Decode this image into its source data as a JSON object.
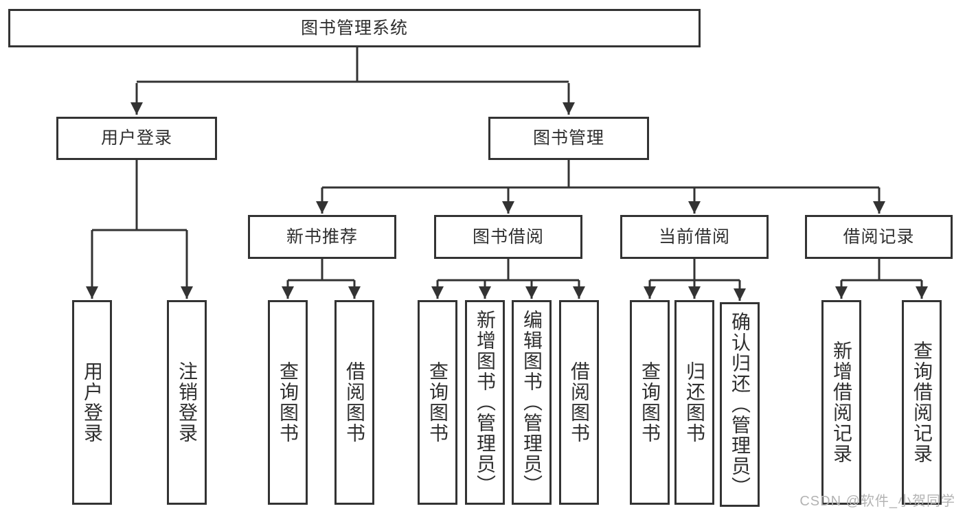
{
  "tree": {
    "root": "图书管理系统",
    "user_login": {
      "label": "用户登录",
      "children": [
        "用户登录",
        "注销登录"
      ]
    },
    "book_mgmt": {
      "label": "图书管理",
      "groups": [
        {
          "label": "新书推荐",
          "children": [
            "查询图书",
            "借阅图书"
          ]
        },
        {
          "label": "图书借阅",
          "children": [
            "查询图书",
            "新增图书（管理员）",
            "编辑图书（管理员）",
            "借阅图书"
          ]
        },
        {
          "label": "当前借阅",
          "children": [
            "查询图书",
            "归还图书",
            "确认归还（管理员）"
          ]
        },
        {
          "label": "借阅记录",
          "children": [
            "新增借阅记录",
            "查询借阅记录"
          ]
        }
      ]
    }
  },
  "watermark": "CSDN @软件_小贺同学",
  "colors": {
    "line": "#333333",
    "text": "#2f2f2f",
    "watermark": "#b3b3b3",
    "background": "#ffffff"
  }
}
